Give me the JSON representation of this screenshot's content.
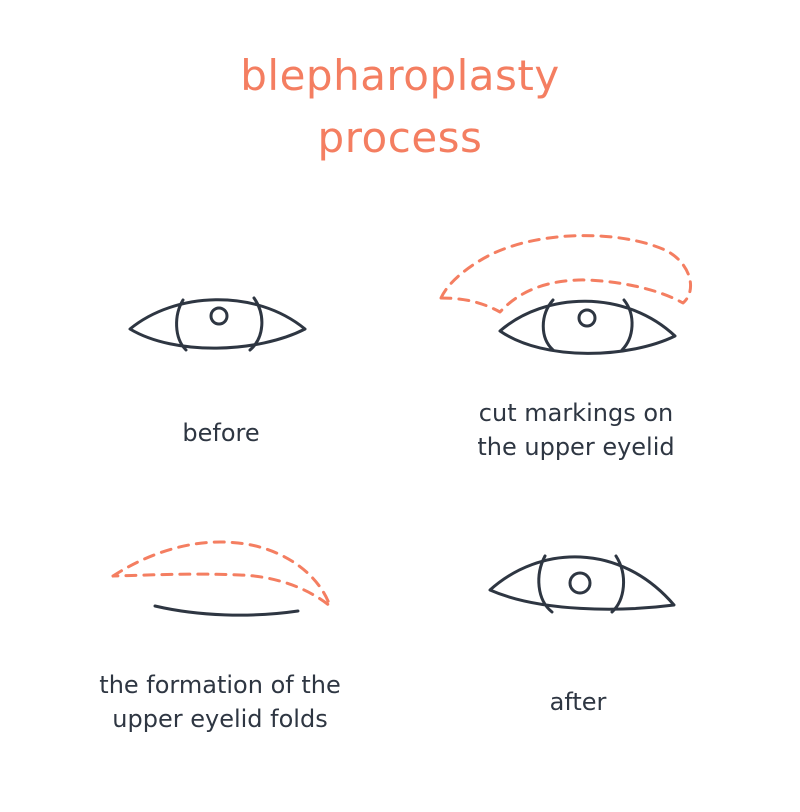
{
  "title": {
    "line1": "blepharoplasty",
    "line2": "process"
  },
  "stages": [
    {
      "label_lines": [
        "before"
      ]
    },
    {
      "label_lines": [
        "cut markings on",
        "the upper eyelid"
      ]
    },
    {
      "label_lines": [
        "the formation of the",
        "upper eyelid folds"
      ]
    },
    {
      "label_lines": [
        "after"
      ]
    }
  ],
  "colors": {
    "accent": "#f47e61",
    "stroke": "#2e3642",
    "background": "#ffffff"
  }
}
